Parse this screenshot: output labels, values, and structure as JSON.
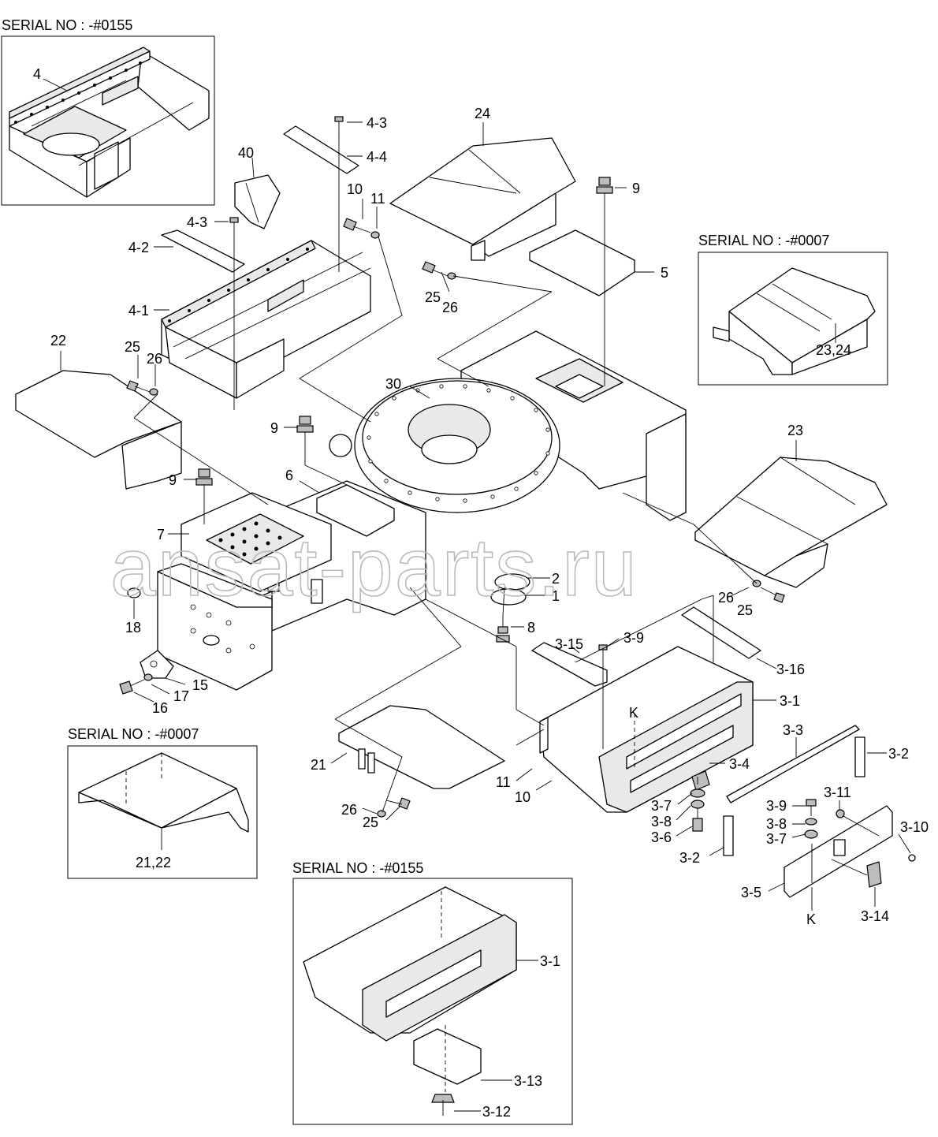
{
  "watermark": "ansat-parts.ru",
  "serial_boxes": [
    {
      "id": "top-left",
      "text": "SERIAL NO : -#0155"
    },
    {
      "id": "right",
      "text": "SERIAL NO : -#0007"
    },
    {
      "id": "left",
      "text": "SERIAL NO : -#0007"
    },
    {
      "id": "bottom",
      "text": "SERIAL NO : -#0155"
    }
  ],
  "labels": {
    "p4_inset": "4",
    "p40": "40",
    "p4_3a": "4-3",
    "p4_4": "4-4",
    "p4_3b": "4-3",
    "p4_2": "4-2",
    "p4_1": "4-1",
    "p10a": "10",
    "p11a": "11",
    "p24": "24",
    "p9a": "9",
    "p5": "5",
    "p25a": "25",
    "p26a": "26",
    "p23_24": "23,24",
    "p22": "22",
    "p25b": "25",
    "p26b": "26",
    "p30": "30",
    "p9b": "9",
    "p9c": "9",
    "p6": "6",
    "p23": "23",
    "p7": "7",
    "p2": "2",
    "p1": "1",
    "p26c": "26",
    "p25c": "25",
    "p18": "18",
    "p8": "8",
    "p3_15": "3-15",
    "p3_9a": "3-9",
    "p3_16": "3-16",
    "p15": "15",
    "p17": "17",
    "p16": "16",
    "p3_1a": "3-1",
    "pK1": "K",
    "p3_3": "3-3",
    "p3_2a": "3-2",
    "p3_4": "3-4",
    "p21": "21",
    "p11b": "11",
    "p10b": "10",
    "p3_11": "3-11",
    "p3_7a": "3-7",
    "p3_9b": "3-9",
    "p3_8a": "3-8",
    "p3_10": "3-10",
    "p3_8b": "3-8",
    "p3_6": "3-6",
    "p3_7b": "3-7",
    "p26d": "26",
    "p25d": "25",
    "p21_22": "21,22",
    "p3_2b": "3-2",
    "p3_5": "3-5",
    "pK2": "K",
    "p3_14": "3-14",
    "p3_1b": "3-1",
    "p3_13": "3-13",
    "p3_12": "3-12"
  }
}
